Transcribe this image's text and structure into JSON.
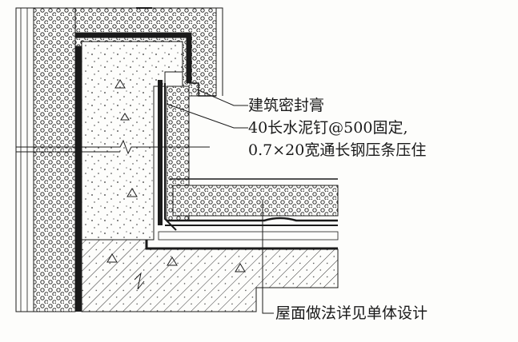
{
  "callouts": {
    "sealant": "建筑密封膏",
    "nail_line1": "40长水泥钉@500固定,",
    "nail_line2": "0.7×20宽通长钢压条压住",
    "roof": "屋面做法详见单体设计"
  },
  "colors": {
    "ink": "#1a1a1a",
    "paper": "#fdfdfb"
  }
}
